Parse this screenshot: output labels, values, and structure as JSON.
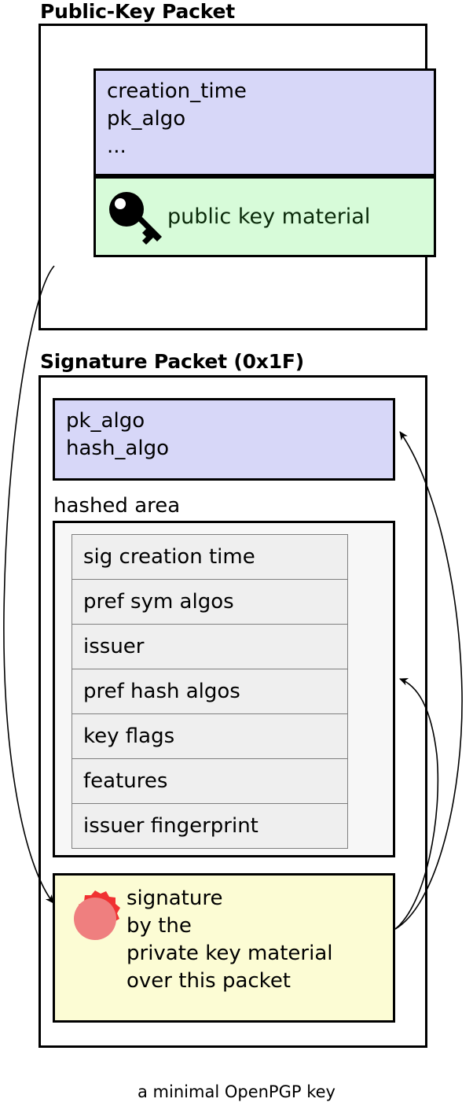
{
  "diagram": {
    "caption": "a minimal OpenPGP key"
  },
  "public_key_packet": {
    "title": "Public-Key Packet",
    "meta_fields": [
      "creation_time",
      "pk_algo",
      "..."
    ],
    "material_label": "public key material",
    "key_icon": "key-icon",
    "colors": {
      "meta_fill": "#d7d7f8",
      "material_fill": "#d7fbd9",
      "border": "#000000"
    }
  },
  "signature_packet": {
    "title": "Signature Packet (0x1F)",
    "meta_fields": [
      "pk_algo",
      "hash_algo"
    ],
    "hashed_area": {
      "label": "hashed area",
      "subpackets": [
        "sig creation time",
        "pref sym algos",
        "issuer",
        "pref hash algos",
        "key flags",
        "features",
        "issuer fingerprint"
      ],
      "fill": "#f7f7f7",
      "item_fill": "#efefef"
    },
    "signature_block": {
      "lines": [
        "signature",
        "by the",
        "private key material",
        "over this packet"
      ],
      "seal_icon": "wax-seal-icon",
      "fill": "#fcfcd4",
      "seal_outer_color": "#f03232",
      "seal_inner_color": "#ef7f7f"
    }
  },
  "arrows": [
    {
      "name": "public-key-to-signature",
      "from": "public-key-packet",
      "to": "signature-block"
    },
    {
      "name": "signature-to-sig-meta",
      "from": "signature-block",
      "to": "signature-meta-fields"
    },
    {
      "name": "signature-to-hashed-area",
      "from": "signature-block",
      "to": "hashed-area"
    }
  ]
}
